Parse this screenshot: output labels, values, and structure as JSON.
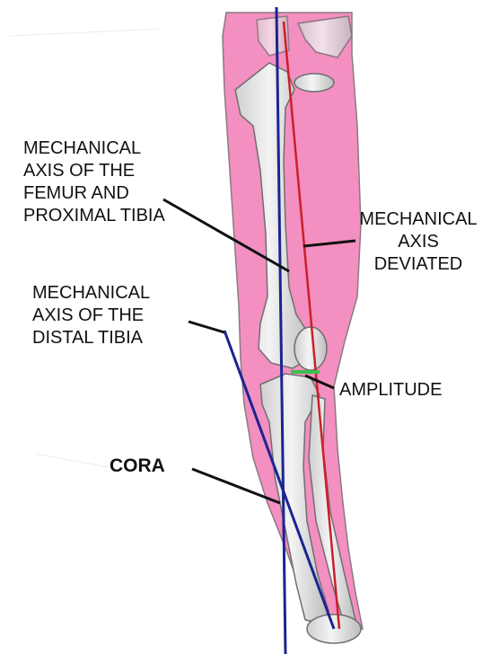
{
  "labels": {
    "femur_axis": [
      "MECHANICAL",
      "AXIS OF THE",
      "FEMUR AND",
      "PROXIMAL TIBIA"
    ],
    "deviated_axis": [
      "MECHANICAL",
      "AXIS",
      "DEVIATED"
    ],
    "distal_axis": [
      "MECHANICAL",
      "AXIS OF THE",
      "DISTAL TIBIA"
    ],
    "amplitude": "AMPLITUDE",
    "cora": "CORA"
  },
  "colors": {
    "soft_tissue": "#f48fc1",
    "soft_tissue_edge": "#8a7a80",
    "bone": "#e8e8e8",
    "bone_shade": "#bdbdbd",
    "bone_edge": "#6f6f6f",
    "axis_blue": "#1c2490",
    "axis_red": "#cc1f2a",
    "amplitude_green": "#3bbf4a",
    "leader": "#111111"
  }
}
